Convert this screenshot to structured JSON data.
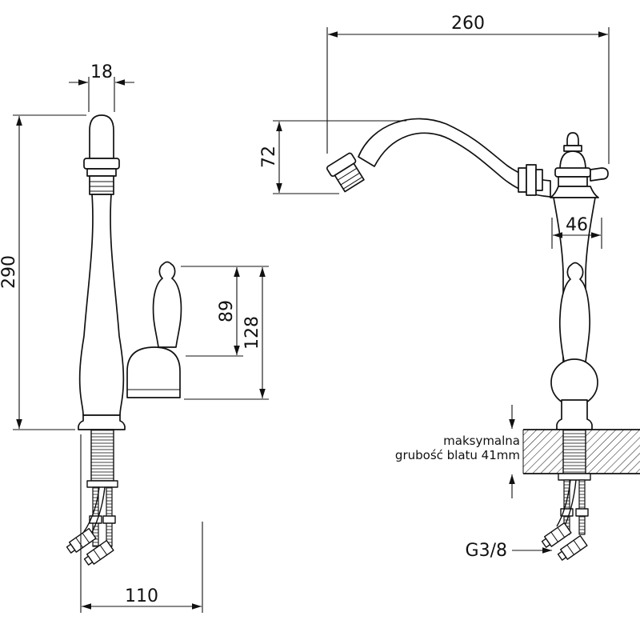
{
  "front_view": {
    "spout_width_mm": "18",
    "total_height_mm": "290",
    "handle_height_mm": "89",
    "body_height_mm": "128",
    "base_spread_mm": "110"
  },
  "side_view": {
    "spout_reach_mm": "260",
    "spout_drop_mm": "72",
    "body_width_mm": "46",
    "counter_note_line1": "maksymalna",
    "counter_note_line2": "grubość blatu 41mm",
    "connection_thread": "G3/8"
  }
}
